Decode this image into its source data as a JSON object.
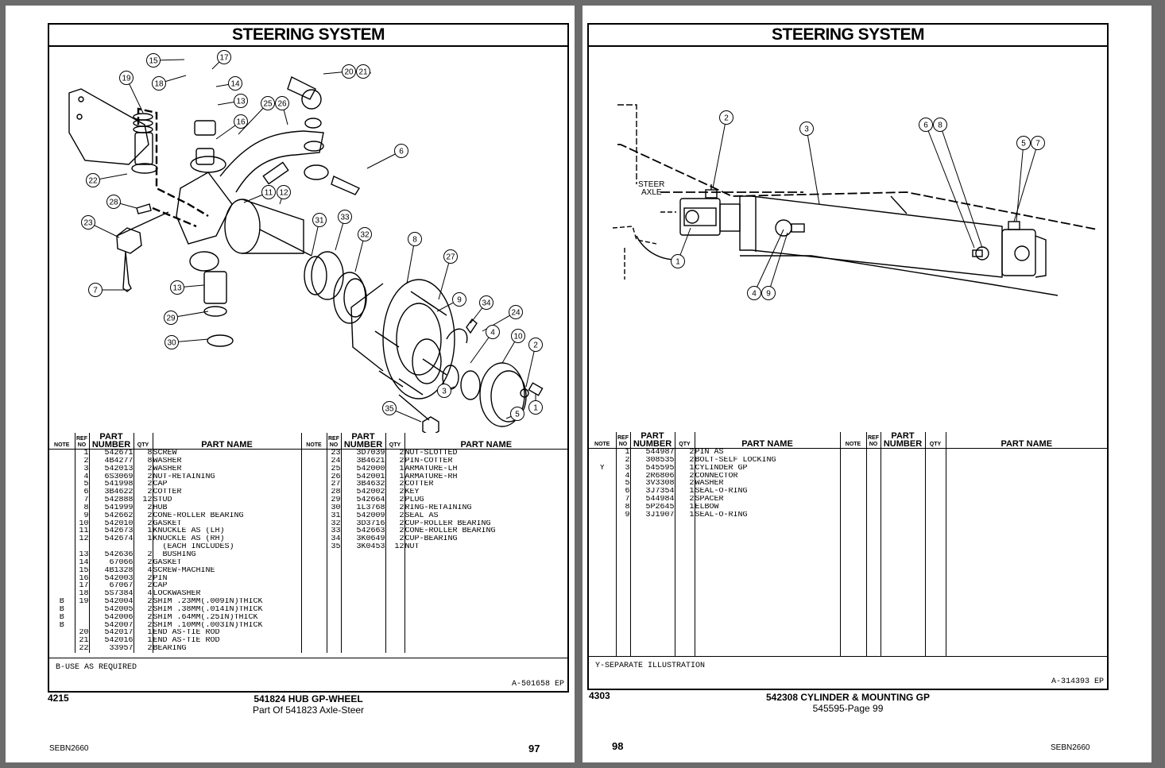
{
  "headers": {
    "note": "NOTE",
    "ref": "REF",
    "no": "NO",
    "part": "PART",
    "number": "NUMBER",
    "qty": "QTY",
    "part_name": "PART NAME"
  },
  "left": {
    "title": "STEERING SYSTEM",
    "callouts": [
      "15",
      "17",
      "18",
      "14",
      "19",
      "13",
      "25",
      "26",
      "20",
      "21",
      "16",
      "6",
      "22",
      "28",
      "11",
      "12",
      "23",
      "31",
      "33",
      "32",
      "8",
      "27",
      "13",
      "7",
      "9",
      "34",
      "24",
      "29",
      "30",
      "4",
      "10",
      "2",
      "3",
      "35",
      "5",
      "1"
    ],
    "rows_a": [
      {
        "note": "",
        "ref": "1",
        "num": "542671",
        "qty": "8",
        "name": "SCREW"
      },
      {
        "note": "",
        "ref": "2",
        "num": "4B4277",
        "qty": "8",
        "name": "WASHER"
      },
      {
        "note": "",
        "ref": "3",
        "num": "542013",
        "qty": "2",
        "name": "WASHER"
      },
      {
        "note": "",
        "ref": "4",
        "num": "6S3069",
        "qty": "2",
        "name": "NUT-RETAINING"
      },
      {
        "note": "",
        "ref": "5",
        "num": "541998",
        "qty": "2",
        "name": "CAP"
      },
      {
        "note": "",
        "ref": "6",
        "num": "3B4622",
        "qty": "2",
        "name": "COTTER"
      },
      {
        "note": "",
        "ref": "7",
        "num": "542888",
        "qty": "12",
        "name": "STUD"
      },
      {
        "note": "",
        "ref": "8",
        "num": "541999",
        "qty": "2",
        "name": "HUB"
      },
      {
        "note": "",
        "ref": "9",
        "num": "542662",
        "qty": "2",
        "name": "CONE-ROLLER BEARING"
      },
      {
        "note": "",
        "ref": "10",
        "num": "542010",
        "qty": "2",
        "name": "GASKET"
      },
      {
        "note": "",
        "ref": "11",
        "num": "542673",
        "qty": "1",
        "name": "KNUCKLE AS (LH)"
      },
      {
        "note": "",
        "ref": "12",
        "num": "542674",
        "qty": "1",
        "name": "KNUCKLE AS (RH)"
      },
      {
        "note": "",
        "ref": "",
        "num": "",
        "qty": "",
        "name": "  (EACH INCLUDES)"
      },
      {
        "note": "",
        "ref": "13",
        "num": "542636",
        "qty": "2",
        "name": "  BUSHING"
      },
      {
        "note": "",
        "ref": "14",
        "num": "67066",
        "qty": "2",
        "name": "GASKET"
      },
      {
        "note": "",
        "ref": "15",
        "num": "4B1328",
        "qty": "4",
        "name": "SCREW-MACHINE"
      },
      {
        "note": "",
        "ref": "16",
        "num": "542003",
        "qty": "2",
        "name": "PIN"
      },
      {
        "note": "",
        "ref": "17",
        "num": "67067",
        "qty": "2",
        "name": "CAP"
      },
      {
        "note": "",
        "ref": "18",
        "num": "5S7384",
        "qty": "4",
        "name": "LOCKWASHER"
      },
      {
        "note": "B",
        "ref": "19",
        "num": "542004",
        "qty": "2",
        "name": "SHIM .23MM(.009IN)THICK"
      },
      {
        "note": "B",
        "ref": "",
        "num": "542005",
        "qty": "2",
        "name": "SHIM .38MM(.014IN)THICK"
      },
      {
        "note": "B",
        "ref": "",
        "num": "542006",
        "qty": "2",
        "name": "SHIM .64MM(.25IN)THICK"
      },
      {
        "note": "B",
        "ref": "",
        "num": "542007",
        "qty": "2",
        "name": "SHIM .10MM(.003IN)THICK"
      },
      {
        "note": "",
        "ref": "20",
        "num": "542017",
        "qty": "1",
        "name": "END AS-TIE ROD"
      },
      {
        "note": "",
        "ref": "21",
        "num": "542016",
        "qty": "1",
        "name": "END AS-TIE ROD"
      },
      {
        "note": "",
        "ref": "22",
        "num": "33957",
        "qty": "2",
        "name": "BEARING"
      }
    ],
    "rows_b": [
      {
        "note": "",
        "ref": "23",
        "num": "3D7039",
        "qty": "2",
        "name": "NUT-SLOTTED"
      },
      {
        "note": "",
        "ref": "24",
        "num": "3B4621",
        "qty": "2",
        "name": "PIN-COTTER"
      },
      {
        "note": "",
        "ref": "25",
        "num": "542000",
        "qty": "1",
        "name": "ARMATURE-LH"
      },
      {
        "note": "",
        "ref": "26",
        "num": "542001",
        "qty": "1",
        "name": "ARMATURE-RH"
      },
      {
        "note": "",
        "ref": "27",
        "num": "3B4632",
        "qty": "2",
        "name": "COTTER"
      },
      {
        "note": "",
        "ref": "28",
        "num": "542002",
        "qty": "2",
        "name": "KEY"
      },
      {
        "note": "",
        "ref": "29",
        "num": "542664",
        "qty": "2",
        "name": "PLUG"
      },
      {
        "note": "",
        "ref": "30",
        "num": "1L3768",
        "qty": "2",
        "name": "RING-RETAINING"
      },
      {
        "note": "",
        "ref": "31",
        "num": "542009",
        "qty": "2",
        "name": "SEAL AS"
      },
      {
        "note": "",
        "ref": "32",
        "num": "3D3716",
        "qty": "2",
        "name": "CUP-ROLLER BEARING"
      },
      {
        "note": "",
        "ref": "33",
        "num": "542663",
        "qty": "2",
        "name": "CONE-ROLLER BEARING"
      },
      {
        "note": "",
        "ref": "34",
        "num": "3K0649",
        "qty": "2",
        "name": "CUP-BEARING"
      },
      {
        "note": "",
        "ref": "35",
        "num": "3K0453",
        "qty": "12",
        "name": "NUT"
      }
    ],
    "note_text": "B-USE AS REQUIRED",
    "illus_ref": "A-501658 EP",
    "footer_num": "4215",
    "footer_title": "541824 HUB GP-WHEEL",
    "footer_sub": "Part Of 541823 Axle-Steer",
    "page_code": "SEBN2660",
    "page_num": "97"
  },
  "right": {
    "title": "STEERING SYSTEM",
    "callouts": [
      "2",
      "3",
      "6",
      "8",
      "5",
      "7",
      "1",
      "4",
      "9"
    ],
    "label_steer": "STEER",
    "label_axle": "AXLE",
    "rows_a": [
      {
        "note": "",
        "ref": "1",
        "num": "544987",
        "qty": "2",
        "name": "PIN AS"
      },
      {
        "note": "",
        "ref": "2",
        "num": "308535",
        "qty": "2",
        "name": "BOLT-SELF LOCKING"
      },
      {
        "note": "Y",
        "ref": "3",
        "num": "545595",
        "qty": "1",
        "name": "CYLINDER GP"
      },
      {
        "note": "",
        "ref": "4",
        "num": "2R6806",
        "qty": "2",
        "name": "CONNECTOR"
      },
      {
        "note": "",
        "ref": "5",
        "num": "3V3308",
        "qty": "2",
        "name": "WASHER"
      },
      {
        "note": "",
        "ref": "6",
        "num": "3J7354",
        "qty": "1",
        "name": "SEAL-O-RING"
      },
      {
        "note": "",
        "ref": "7",
        "num": "544984",
        "qty": "2",
        "name": "SPACER"
      },
      {
        "note": "",
        "ref": "8",
        "num": "5P2645",
        "qty": "1",
        "name": "ELBOW"
      },
      {
        "note": "",
        "ref": "9",
        "num": "3J1907",
        "qty": "1",
        "name": "SEAL-O-RING"
      }
    ],
    "note_text": "Y-SEPARATE ILLUSTRATION",
    "illus_ref": "A-314393 EP",
    "footer_num": "4303",
    "footer_title": "542308 CYLINDER & MOUNTING GP",
    "footer_sub": "545595-Page 99",
    "page_code": "SEBN2660",
    "page_num": "98"
  }
}
